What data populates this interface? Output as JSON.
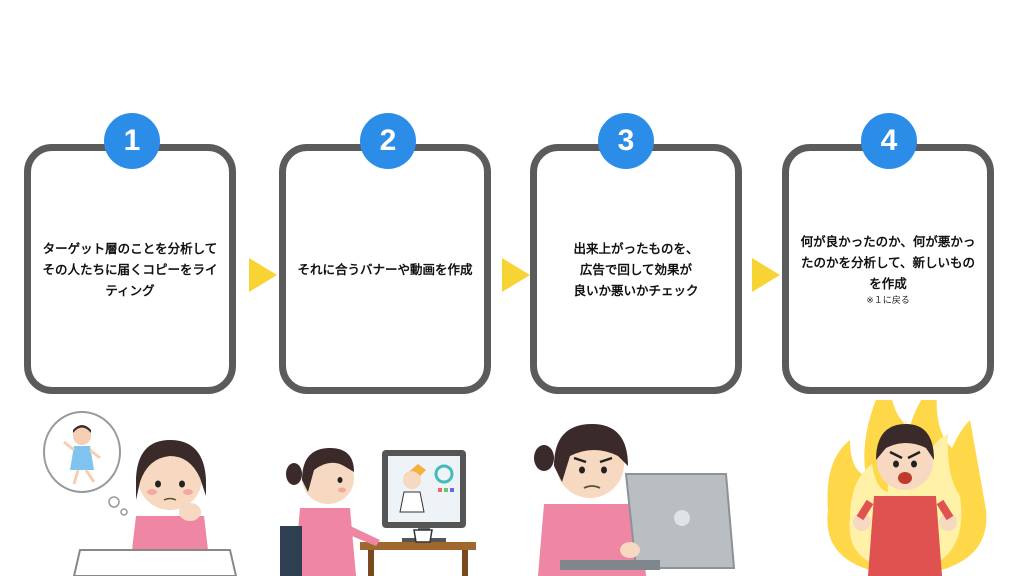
{
  "steps": [
    {
      "number": "1",
      "text": "ターゲット層のことを分析して\nその人たちに届くコピーをライ\nティング",
      "note": ""
    },
    {
      "number": "2",
      "text": "それに合うバナーや動画を作成",
      "note": ""
    },
    {
      "number": "3",
      "text": "出来上がったものを、\n広告で回して効果が\n良いか悪いかチェック",
      "note": ""
    },
    {
      "number": "4",
      "text": "何が良かったのか、何が悪かっ\nたのかを分析して、新しいもの\nを作成",
      "note": "※１に戻る"
    }
  ],
  "colors": {
    "badge": "#2b8de8",
    "card_border": "#5b5b5b",
    "arrow": "#f8d334"
  },
  "icons": [
    "arrow-right-icon",
    "thinking-girl-illustration",
    "designer-at-monitor-illustration",
    "checking-laptop-illustration",
    "fired-up-girl-illustration"
  ]
}
